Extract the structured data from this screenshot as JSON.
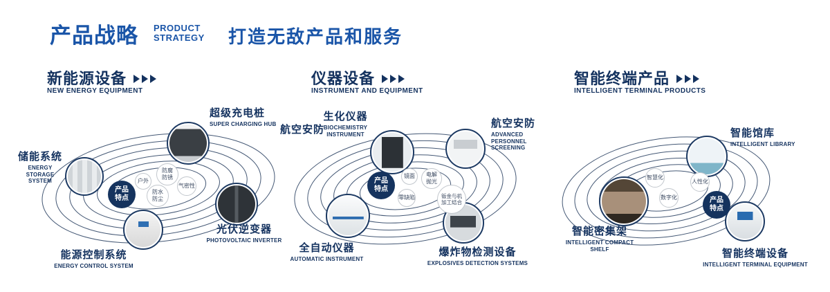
{
  "header": {
    "title_cn": "产品战略",
    "title_en1": "PRODUCT",
    "title_en2": "STRATEGY",
    "slogan": "打造无敌产品和服务"
  },
  "sections": [
    {
      "title_cn": "新能源设备",
      "title_en": "NEW ENERGY EQUIPMENT",
      "badge": "产品特点",
      "features": [
        "户外",
        "防腐防锈",
        "气密性",
        "防水防尘"
      ],
      "products": [
        {
          "cn": "储能系统",
          "en": "ENERGY STORAGE SYSTEM"
        },
        {
          "cn": "超级充电桩",
          "en": "SUPER CHARGING HUB"
        },
        {
          "cn": "光伏逆变器",
          "en": "PHOTOVOLTAIC INVERTER"
        },
        {
          "cn": "能源控制系统",
          "en": "ENERGY CONTROL SYSTEM"
        }
      ]
    },
    {
      "title_cn": "仪器设备",
      "title_en": "INSTRUMENT AND EQUIPMENT",
      "badge": "产品特点",
      "side_label": "航空安防",
      "features": [
        "镜面",
        "电解抛光",
        "零缺陷",
        "钣金与机加工结合"
      ],
      "products": [
        {
          "cn": "生化仪器",
          "en": "BIOCHEMISTRY INSTRUMENT"
        },
        {
          "cn": "航空安防",
          "en": "ADVANCED PERSONNEL SCREENING"
        },
        {
          "cn": "全自动仪器",
          "en": "AUTOMATIC INSTRUMENT"
        },
        {
          "cn": "爆炸物检测设备",
          "en": "EXPLOSIVES DETECTION SYSTEMS"
        }
      ]
    },
    {
      "title_cn": "智能终端产品",
      "title_en": "INTELLIGENT TERMINAL PRODUCTS",
      "badge": "产品特点",
      "features": [
        "智慧化",
        "人性化",
        "数字化"
      ],
      "products": [
        {
          "cn": "智能馆库",
          "en": "INTELLIGENT LIBRARY"
        },
        {
          "cn": "智能密集架",
          "en": "INTELLIGENT COMPACT SHELF"
        },
        {
          "cn": "智能终端设备",
          "en": "INTELLIGENT TERMINAL EQUIPMENT"
        }
      ]
    }
  ],
  "colors": {
    "title_blue": "#1a55a8",
    "navy": "#14325f",
    "badge_bg": "#15335e"
  }
}
